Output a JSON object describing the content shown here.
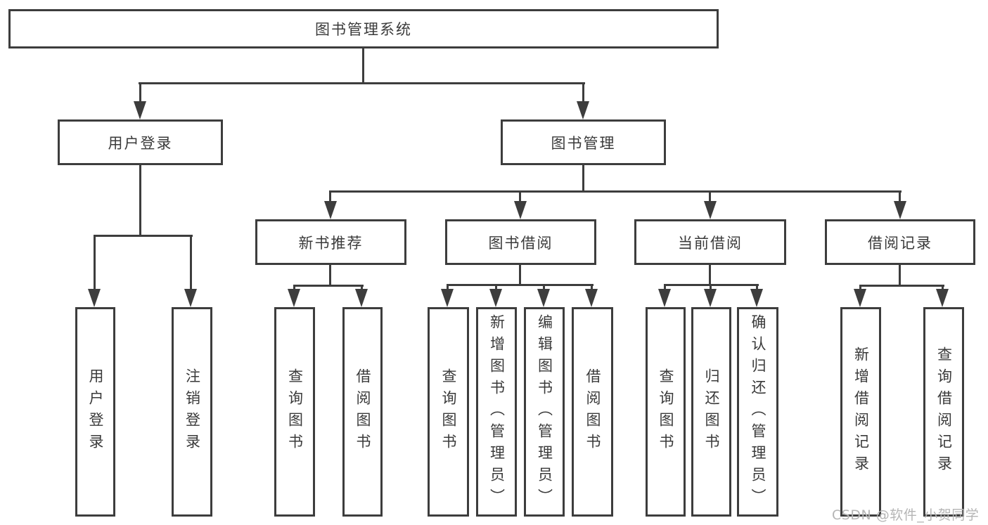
{
  "diagram": {
    "root": {
      "label": "图书管理系统"
    },
    "level2": [
      {
        "label": "用户登录"
      },
      {
        "label": "图书管理"
      }
    ],
    "level3": [
      {
        "label": "新书推荐"
      },
      {
        "label": "图书借阅"
      },
      {
        "label": "当前借阅"
      },
      {
        "label": "借阅记录"
      }
    ],
    "leaves": {
      "user_login": [
        {
          "label": "用户登录"
        },
        {
          "label": "注销登录"
        }
      ],
      "new_book_recommend": [
        {
          "label": "查询图书"
        },
        {
          "label": "借阅图书"
        }
      ],
      "book_borrow": [
        {
          "label": "查询图书"
        },
        {
          "label": "新增图书（管理员）"
        },
        {
          "label": "编辑图书（管理员）"
        },
        {
          "label": "借阅图书"
        }
      ],
      "current_borrow": [
        {
          "label": "查询图书"
        },
        {
          "label": "归还图书"
        },
        {
          "label": "确认归还（管理员）"
        }
      ],
      "borrow_record": [
        {
          "label": "新增借阅记录"
        },
        {
          "label": "查询借阅记录"
        }
      ]
    },
    "watermark": "CSDN @软件_小贺同学",
    "colors": {
      "line": "#3d3d3d",
      "text": "#3a3a3a",
      "watermark": "#b5b5b5",
      "background": "#ffffff"
    }
  }
}
